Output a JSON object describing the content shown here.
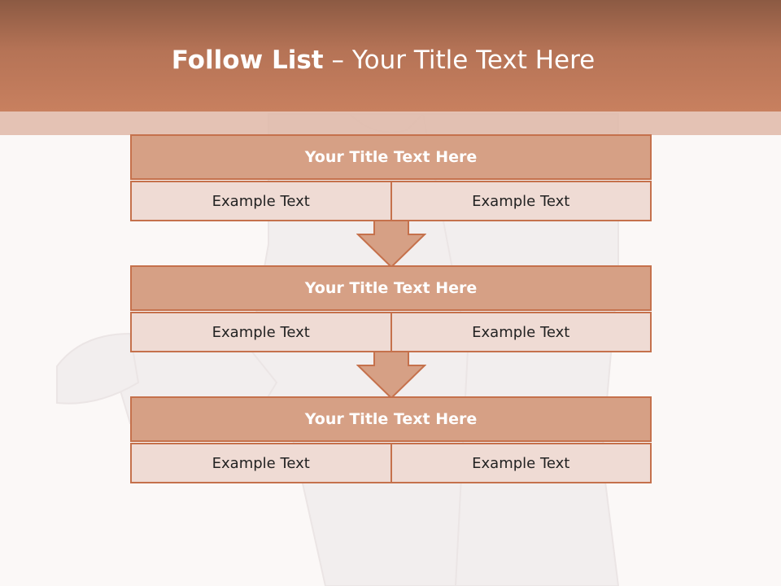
{
  "slide": {
    "title_bold": "Follow List",
    "title_rest": " – Your Title Text Here"
  },
  "blocks": [
    {
      "title": "Your Title Text Here",
      "left": "Example Text",
      "right": "Example Text"
    },
    {
      "title": "Your Title Text Here",
      "left": "Example Text",
      "right": "Example Text"
    },
    {
      "title": "Your Title Text Here",
      "left": "Example Text",
      "right": "Example Text"
    }
  ],
  "colors": {
    "header_dark": "#8c5a43",
    "header_light": "#c8805f",
    "box_fill": "#d6a085",
    "cell_fill": "#efdbd4",
    "border": "#c5714c"
  }
}
